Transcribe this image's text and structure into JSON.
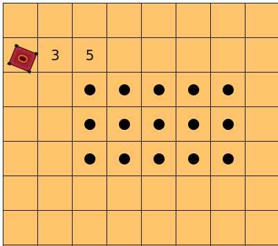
{
  "board": {
    "columns": 8,
    "rows": 7,
    "background_color": "#fec46c",
    "line_color": "#1a1a1a"
  },
  "cell_labels": [
    {
      "row": 1,
      "col": 1,
      "text": "3"
    },
    {
      "row": 1,
      "col": 2,
      "text": "5"
    }
  ],
  "dots": [
    {
      "row": 2,
      "col": 2
    },
    {
      "row": 2,
      "col": 3
    },
    {
      "row": 2,
      "col": 4
    },
    {
      "row": 2,
      "col": 5
    },
    {
      "row": 2,
      "col": 6
    },
    {
      "row": 3,
      "col": 2
    },
    {
      "row": 3,
      "col": 3
    },
    {
      "row": 3,
      "col": 4
    },
    {
      "row": 3,
      "col": 5
    },
    {
      "row": 3,
      "col": 6
    },
    {
      "row": 4,
      "col": 2
    },
    {
      "row": 4,
      "col": 3
    },
    {
      "row": 4,
      "col": 4
    },
    {
      "row": 4,
      "col": 5
    },
    {
      "row": 4,
      "col": 6
    }
  ],
  "player_piece": {
    "row": 1,
    "col": 0,
    "icon": "red-robot-token-icon",
    "body_color": "#b4283c",
    "accent_color": "#e85a2e"
  }
}
